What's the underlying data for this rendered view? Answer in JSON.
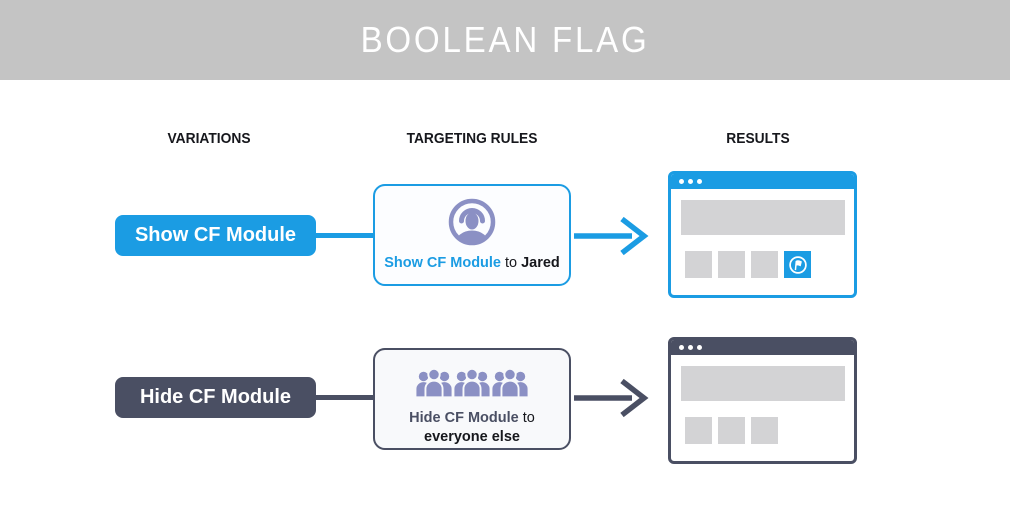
{
  "banner": {
    "title": "BOOLEAN FLAG",
    "background": "#C4C4C4",
    "text_color": "#FFFFFF"
  },
  "columns": {
    "variations": "VARIATIONS",
    "targeting_rules": "TARGETING RULES",
    "results": "RESULTS"
  },
  "colors": {
    "blue": "#1B9CE3",
    "slate": "#4A4F63",
    "purple": "#8B90C4",
    "placeholder_gray": "#D3D3D5"
  },
  "rows": [
    {
      "variation": {
        "label": "Show CF Module"
      },
      "rule": {
        "icon": "single-user-icon",
        "flag": "Show CF Module",
        "connector": "to",
        "audience": "Jared"
      },
      "result": {
        "kind": "browser-mockup",
        "window_dots": 3,
        "module_visible": true
      }
    },
    {
      "variation": {
        "label": "Hide CF Module"
      },
      "rule": {
        "icon": "crowd-icon",
        "flag": "Hide CF Module",
        "connector": "to",
        "audience": "everyone else"
      },
      "result": {
        "kind": "browser-mockup",
        "window_dots": 3,
        "module_visible": false
      }
    }
  ]
}
